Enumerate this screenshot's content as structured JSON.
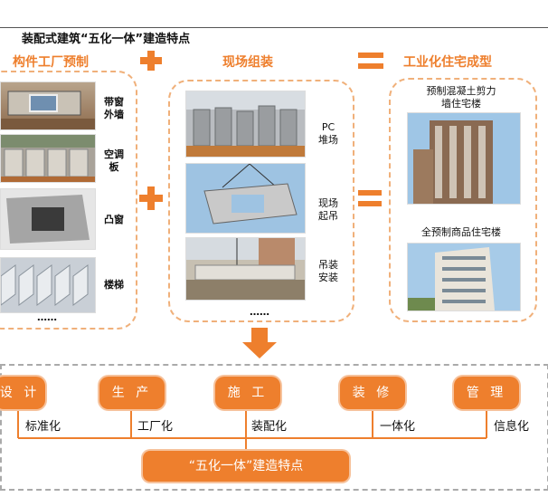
{
  "title": "装配式建筑“五化一体”建造特点",
  "headers": {
    "factory": "构件工厂预制",
    "site": "现场组装",
    "result": "工业化住宅成型"
  },
  "factory_items": [
    {
      "label": "带窗\n外墙"
    },
    {
      "label": "空调\n板"
    },
    {
      "label": "凸窗"
    },
    {
      "label": "楼梯"
    }
  ],
  "factory_more": "……",
  "site_items": [
    {
      "label": "PC\n堆场"
    },
    {
      "label": "现场\n起吊"
    },
    {
      "label": "吊装\n安装"
    }
  ],
  "site_more": "……",
  "result_items": [
    {
      "label": "预制混凝土剪力\n墙住宅楼"
    },
    {
      "label": "全预制商品住宅楼"
    }
  ],
  "phases": [
    {
      "button": "设 计",
      "caption": "标准化"
    },
    {
      "button": "生 产",
      "caption": "工厂化"
    },
    {
      "button": "施 工",
      "caption": "装配化"
    },
    {
      "button": "装 修",
      "caption": "一体化"
    },
    {
      "button": "管 理",
      "caption": "信息化"
    }
  ],
  "bottom_banner": "“五化一体”建造特点",
  "colors": {
    "accent": "#ee7f2d",
    "dashed_border": "#f0b07a",
    "bottom_border": "#aaaaaa"
  },
  "icons": [
    "plus-icon",
    "equals-icon",
    "down-arrow-icon"
  ]
}
